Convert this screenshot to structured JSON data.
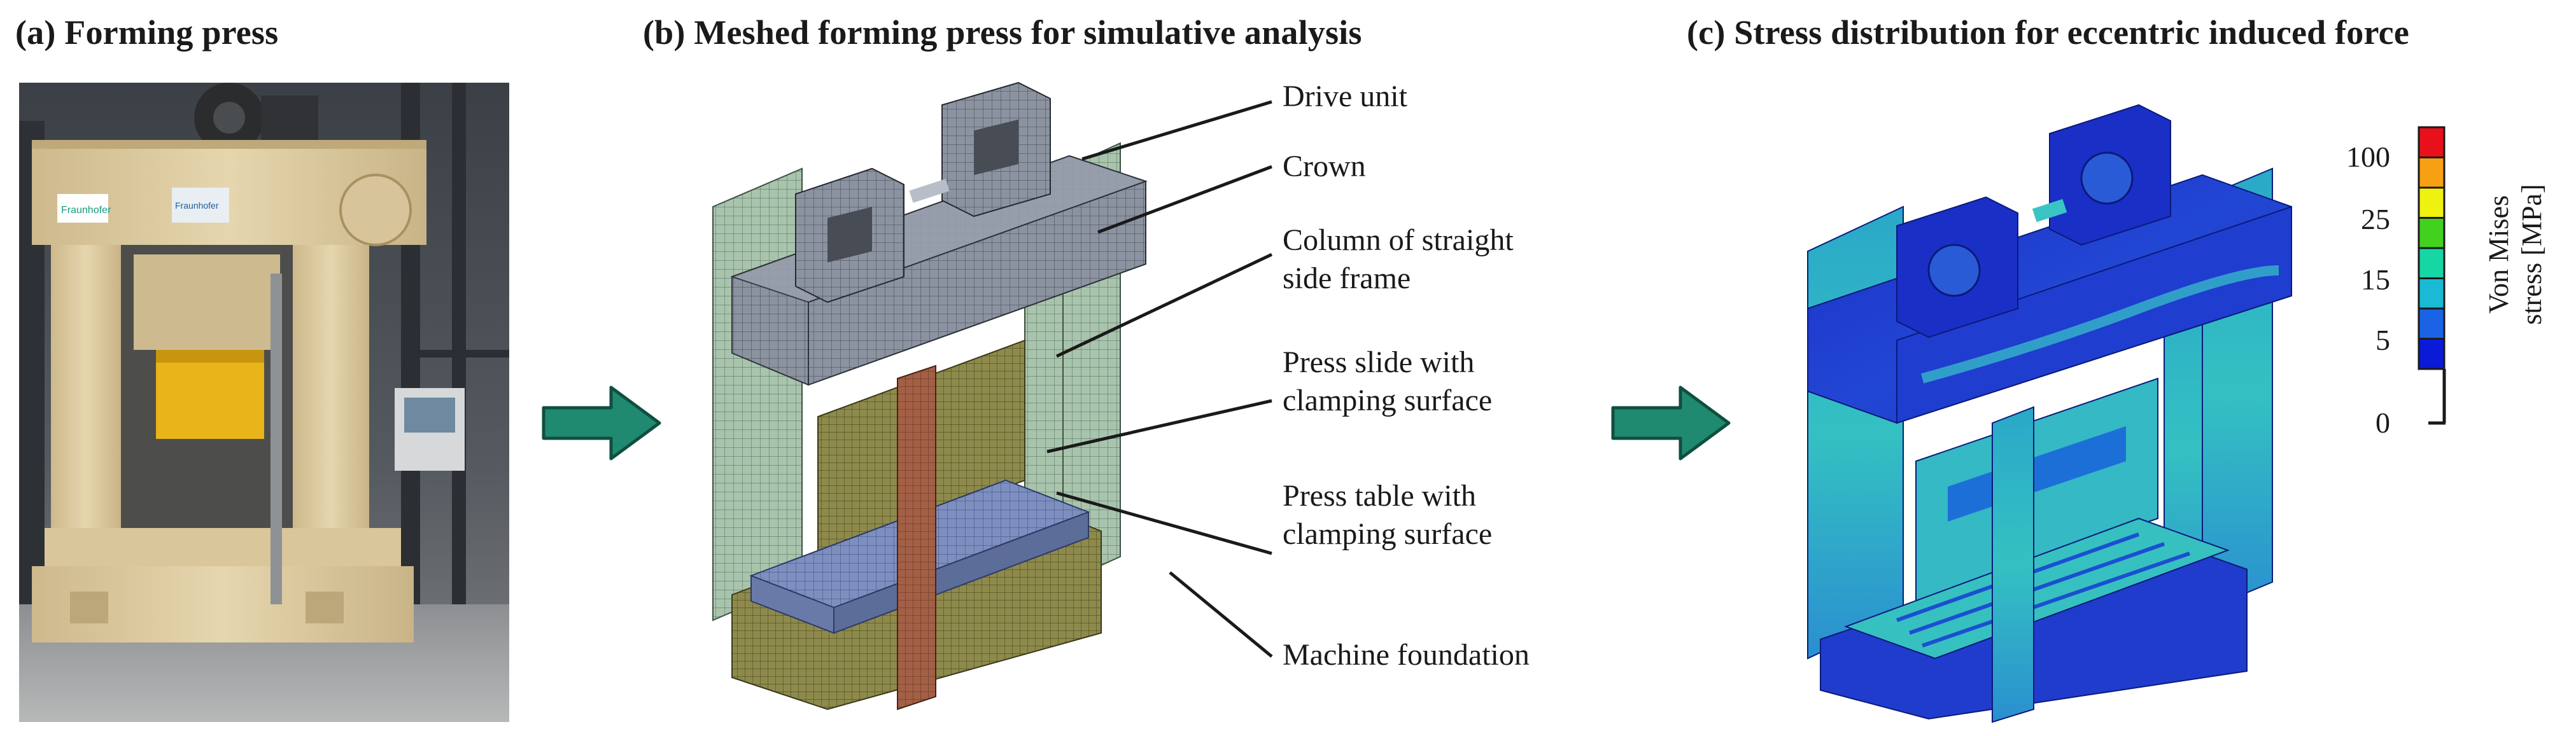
{
  "panels": [
    {
      "id": "a",
      "title": "(a) Forming press"
    },
    {
      "id": "b",
      "title": "(b) Meshed forming press for simulative analysis"
    },
    {
      "id": "c",
      "title": "(c) Stress distribution for eccentric induced force"
    }
  ],
  "photo": {
    "logos": [
      "Fraunhofer",
      "Fraunhofer"
    ]
  },
  "mesh_labels": [
    {
      "lines": [
        "Drive unit"
      ]
    },
    {
      "lines": [
        "Crown"
      ]
    },
    {
      "lines": [
        "Column of straight",
        "side frame"
      ]
    },
    {
      "lines": [
        "Press slide with",
        "clamping surface"
      ]
    },
    {
      "lines": [
        "Press table with",
        "clamping surface"
      ]
    },
    {
      "lines": [
        "Machine foundation"
      ]
    }
  ],
  "legend": {
    "title_lines": [
      "Von Mises",
      "stress [MPa]"
    ],
    "ticks": [
      "100",
      "25",
      "15",
      "5",
      "0"
    ],
    "colors": [
      "#e8101a",
      "#f7a011",
      "#eef20e",
      "#42d21e",
      "#16d6a4",
      "#1ab9d6",
      "#1a63e6",
      "#0a1ad6"
    ]
  },
  "colors": {
    "arrow_fill": "#1f8a70",
    "arrow_stroke": "#0f4f40",
    "mesh_grey": "#8c93a0",
    "mesh_green": "#a9c4ad",
    "mesh_olive": "#8d8a4c",
    "mesh_column": "#a36046",
    "press_cream": "#e3d2aa",
    "stress_blue": "#1f35c8",
    "stress_cyan": "#2ab3c8"
  }
}
